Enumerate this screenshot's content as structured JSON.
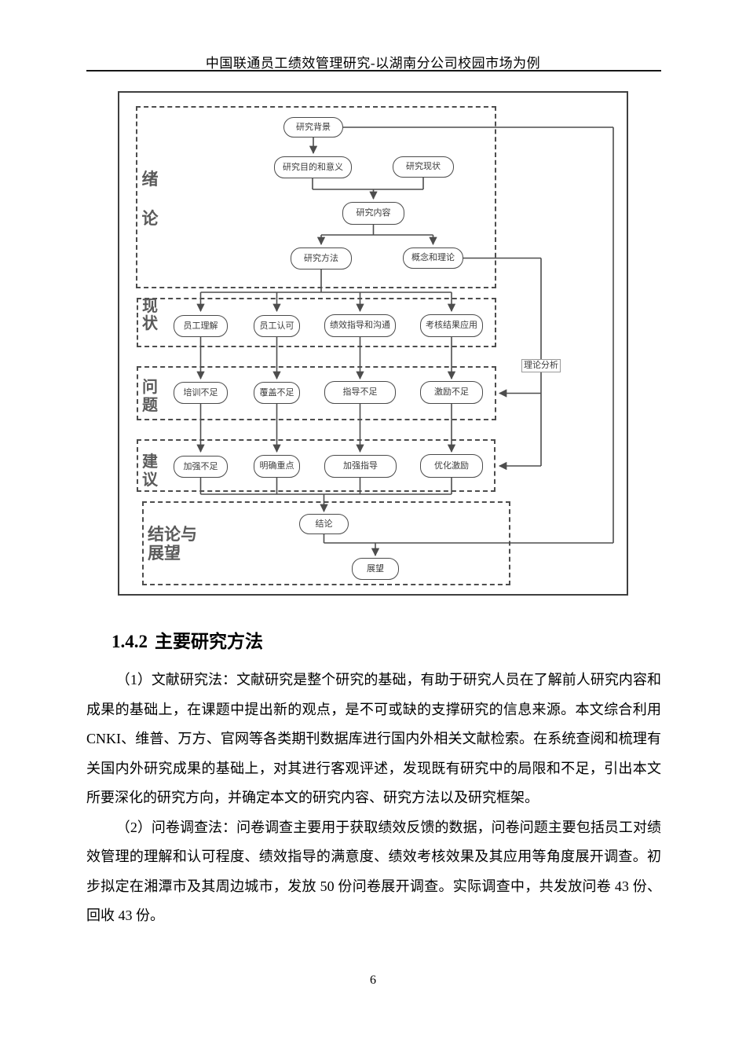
{
  "header": {
    "title": "中国联通员工绩效管理研究-以湖南分公司校园市场为例"
  },
  "figure": {
    "section_labels": {
      "intro": "绪论",
      "status": "现状",
      "problem": "问题",
      "suggestion": "建议",
      "conclusion": "结论与展望"
    },
    "connector_label": "理论分析",
    "nodes": {
      "background": "研究背景",
      "purpose": "研究目的和意义",
      "status_quo": "研究现状",
      "content": "研究内容",
      "method": "研究方法",
      "theory": "概念和理论",
      "understand": "员工理解",
      "accept": "员工认可",
      "guidance": "绩效指导和沟通",
      "application": "考核结果应用",
      "training": "培训不足",
      "coverage": "覆盖不足",
      "guide_lack": "指导不足",
      "incentive_lack": "激励不足",
      "strengthen": "加强不足",
      "focus": "明确重点",
      "improve_guide": "加强指导",
      "optimize": "优化激励",
      "conclusion": "结论",
      "outlook": "展望"
    }
  },
  "section": {
    "number": "1.4.2",
    "title": "主要研究方法"
  },
  "paragraphs": {
    "p1": "（1）文献研究法：文献研究是整个研究的基础，有助于研究人员在了解前人研究内容和成果的基础上，在课题中提出新的观点，是不可或缺的支撑研究的信息来源。本文综合利用 CNKI、维普、万方、官网等各类期刊数据库进行国内外相关文献检索。在系统查阅和梳理有关国内外研究成果的基础上，对其进行客观评述，发现既有研究中的局限和不足，引出本文所要深化的研究方向，并确定本文的研究内容、研究方法以及研究框架。",
    "p2": "（2）问卷调查法：问卷调查主要用于获取绩效反馈的数据，问卷问题主要包括员工对绩效管理的理解和认可程度、绩效指导的满意度、绩效考核效果及其应用等角度展开调查。初步拟定在湘潭市及其周边城市，发放 50 份问卷展开调查。实际调查中，共发放问卷 43 份、回收 43 份。"
  },
  "footer": {
    "page_number": "6"
  }
}
